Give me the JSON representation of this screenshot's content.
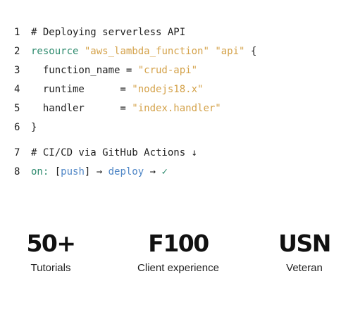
{
  "code": {
    "lines": [
      {
        "n": "1",
        "comment": "# Deploying serverless API"
      },
      {
        "n": "2",
        "kw": "resource",
        "s1": "\"aws_lambda_function\"",
        "s2": "\"api\"",
        "brace": "{"
      },
      {
        "n": "3",
        "key": "  function_name = ",
        "val": "\"crud-api\""
      },
      {
        "n": "4",
        "key": "  runtime      = ",
        "val": "\"nodejs18.x\""
      },
      {
        "n": "5",
        "key": "  handler      = ",
        "val": "\"index.handler\""
      },
      {
        "n": "6",
        "brace": "}"
      },
      {
        "n": "7",
        "comment": "# CI/CD via GitHub Actions ↓"
      },
      {
        "n": "8",
        "kw": "on:",
        "open": " [",
        "push": "push",
        "close": "] → ",
        "deploy": "deploy",
        "arrow": " → ",
        "check": "✓"
      }
    ]
  },
  "stats": [
    {
      "value": "50+",
      "label": "Tutorials"
    },
    {
      "value": "F100",
      "label": "Client experience"
    },
    {
      "value": "USN",
      "label": "Veteran"
    }
  ],
  "colors": {
    "keyword": "#2e8b6e",
    "string": "#d4a24a",
    "function": "#4f86c6",
    "text": "#1f1f1f"
  }
}
